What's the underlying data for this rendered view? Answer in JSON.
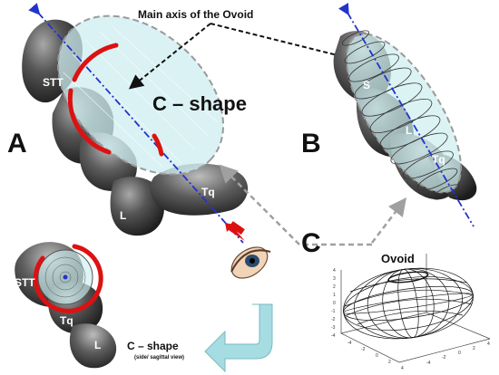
{
  "title_annotation": "Main axis of the Ovoid",
  "panels": {
    "a": {
      "letter": "A",
      "shape_text": "C – shape",
      "labels": {
        "stt": "STT",
        "l": "L",
        "tq": "Tq"
      }
    },
    "b": {
      "letter": "B",
      "labels": {
        "s": "S",
        "l": "L",
        "tq": "Tq"
      }
    },
    "c": {
      "letter": "C",
      "plot_title": "Ovoid",
      "y_ticks": [
        "4",
        "3",
        "2",
        "1",
        "0",
        "-1",
        "-2",
        "-3",
        "-4"
      ],
      "x_ticks": [
        "-4",
        "-2",
        "0",
        "2",
        "4"
      ],
      "z_ticks": [
        "-4",
        "-2",
        "0",
        "2",
        "4"
      ]
    },
    "d": {
      "labels": {
        "stt": "STT",
        "tq": "Tq",
        "l": "L"
      },
      "caption_main": "C – shape",
      "caption_sub": "(side/ sagittal view)"
    }
  },
  "colors": {
    "arc": "#dd1111",
    "axis": "#2233cc",
    "ellipse_fill": "#cdeef0",
    "bone": "#4a4a4a",
    "curved_arrow": "#a6dde2",
    "grey_arrow": "#a0a0a0"
  }
}
